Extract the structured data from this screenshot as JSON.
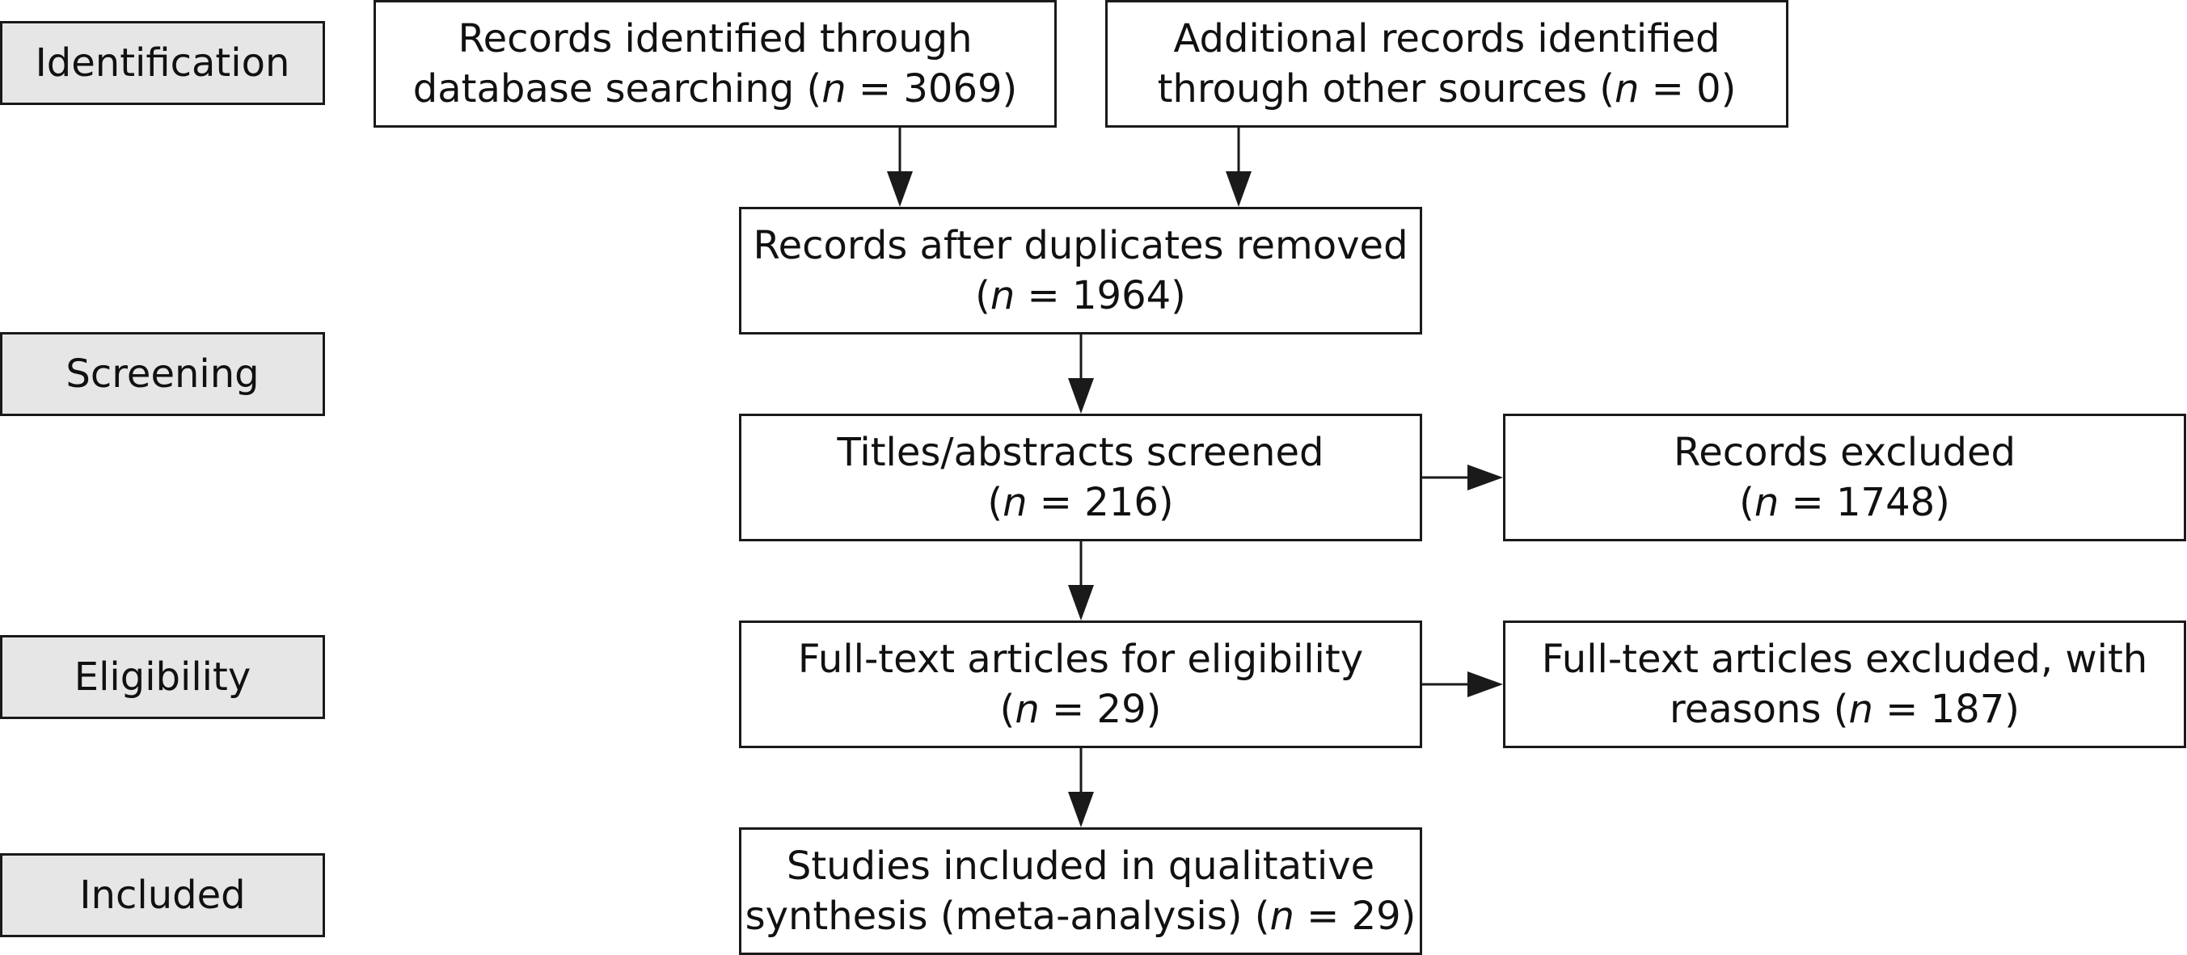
{
  "phases": {
    "identification": "Identification",
    "screening": "Screening",
    "eligibility": "Eligibility",
    "included": "Included"
  },
  "boxes": {
    "database": {
      "line1": "Records identified through",
      "line2_pre": "database searching (",
      "n": "n",
      "line2_post": " = 3069)"
    },
    "other": {
      "line1": "Additional records identified",
      "line2_pre": "through other sources (",
      "n": "n",
      "line2_post": " = 0)"
    },
    "deduplicated": {
      "line1": "Records after duplicates removed",
      "line2_pre": "(",
      "n": "n",
      "line2_post": " = 1964)"
    },
    "screened": {
      "line1": "Titles/abstracts screened",
      "line2_pre": "(",
      "n": "n",
      "line2_post": " = 216)"
    },
    "excluded": {
      "line1": "Records excluded",
      "line2_pre": "(",
      "n": "n",
      "line2_post": " = 1748)"
    },
    "fulltext": {
      "line1": "Full-text articles for eligibility",
      "line2_pre": "(",
      "n": "n",
      "line2_post": " = 29)"
    },
    "fulltext_excluded": {
      "line1": "Full-text articles excluded, with",
      "line2_pre": "reasons (",
      "n": "n",
      "line2_post": " = 187)"
    },
    "included": {
      "line1": "Studies included in qualitative",
      "line2_pre": "synthesis (meta-analysis) (",
      "n": "n",
      "line2_post": " = 29)"
    }
  },
  "colors": {
    "phase_fill": "#e6e6e6",
    "stroke": "#1a1a1a"
  }
}
